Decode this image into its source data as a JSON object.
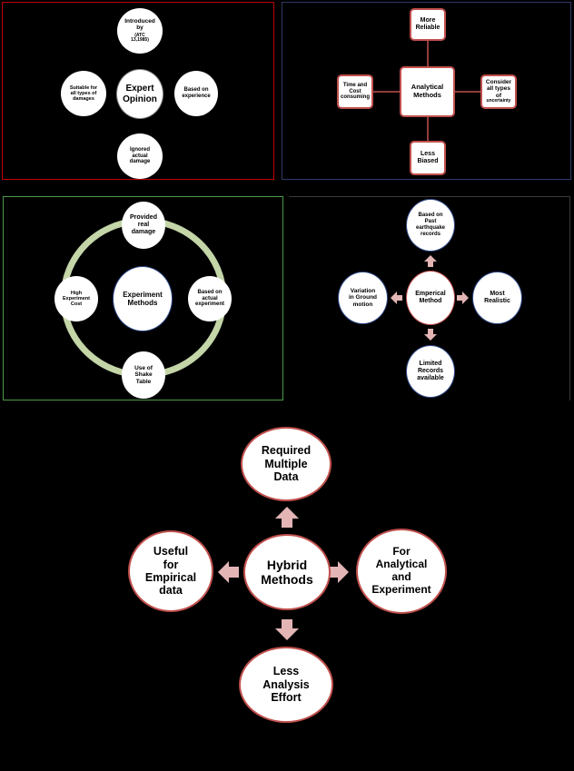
{
  "panel_expert": {
    "border_color": "#c00000",
    "center": "Expert\nOpinion",
    "top_line1": "Introduced\nby",
    "top_line2": "(ATC\n13,1985)",
    "right": "Based on\nexperience",
    "bottom": "Ignored\nactual\ndamage",
    "left": "Suitable for\nall types of\ndamages"
  },
  "panel_analytical": {
    "border_color": "#2f3a67",
    "center": "Analytical\nMethods",
    "top": "More\nReliable",
    "right_line1": "Consider\nall types\nof",
    "right_line2": "uncertainty",
    "bottom": "Less\nBiased",
    "left": "Time and\nCost\nconsuming"
  },
  "panel_experiment": {
    "border_color": "#4e9a4b",
    "ring_color": "#c4d5a8",
    "center": "Experiment\nMethods",
    "top": "Provided\nreal\ndamage",
    "right": "Based on\nactual\nexperiment",
    "bottom": "Use of\nShake\nTable",
    "left": "High\nExperiment\nCost"
  },
  "panel_emperical": {
    "border_color": "#3a3a3a",
    "arrow_color": "#e3b5b5",
    "center": "Emperical\nMethod",
    "top": "Based on\nPast\nearthquake\nrecords",
    "right": "Most\nRealistic",
    "bottom": "Limited\nRecords\navailable",
    "left": "Variation\nin Ground\nmotion"
  },
  "panel_hybrid": {
    "circle_border": "#c0504d",
    "arrow_color": "#e3b5b5",
    "center": "Hybrid\nMethods",
    "top": "Required\nMultiple\nData",
    "right": "For\nAnalytical\nand\nExperiment",
    "bottom": "Less\nAnalysis\nEffort",
    "left": "Useful\nfor\nEmpirical\ndata"
  }
}
